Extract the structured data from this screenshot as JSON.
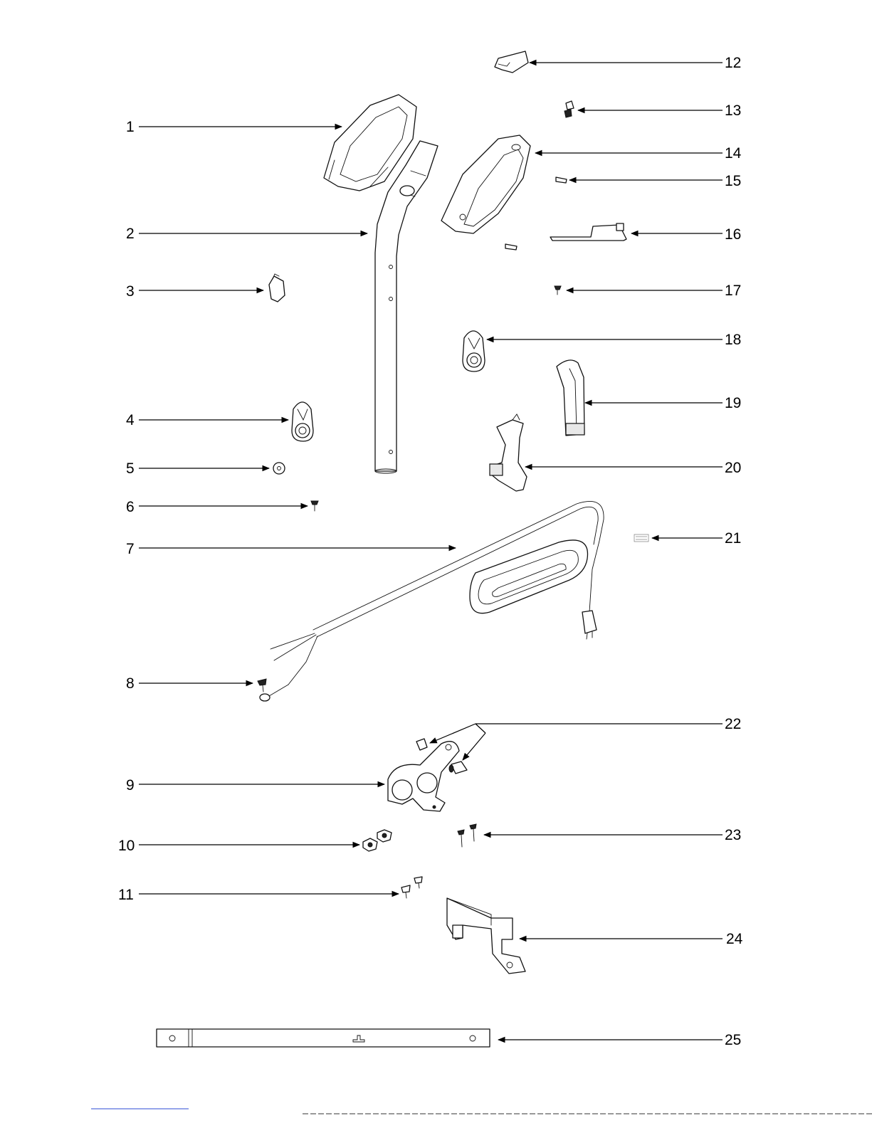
{
  "callouts": [
    {
      "id": "1"
    },
    {
      "id": "2"
    },
    {
      "id": "3"
    },
    {
      "id": "4"
    },
    {
      "id": "5"
    },
    {
      "id": "6"
    },
    {
      "id": "7"
    },
    {
      "id": "8"
    },
    {
      "id": "9"
    },
    {
      "id": "10"
    },
    {
      "id": "11"
    },
    {
      "id": "12"
    },
    {
      "id": "13"
    },
    {
      "id": "14"
    },
    {
      "id": "15"
    },
    {
      "id": "16"
    },
    {
      "id": "17"
    },
    {
      "id": "18"
    },
    {
      "id": "19"
    },
    {
      "id": "20"
    },
    {
      "id": "21"
    },
    {
      "id": "22"
    },
    {
      "id": "23"
    },
    {
      "id": "24"
    },
    {
      "id": "25"
    }
  ],
  "colors": {
    "line": "#000000",
    "background": "#ffffff",
    "footer_link": "#2b4bd6"
  }
}
